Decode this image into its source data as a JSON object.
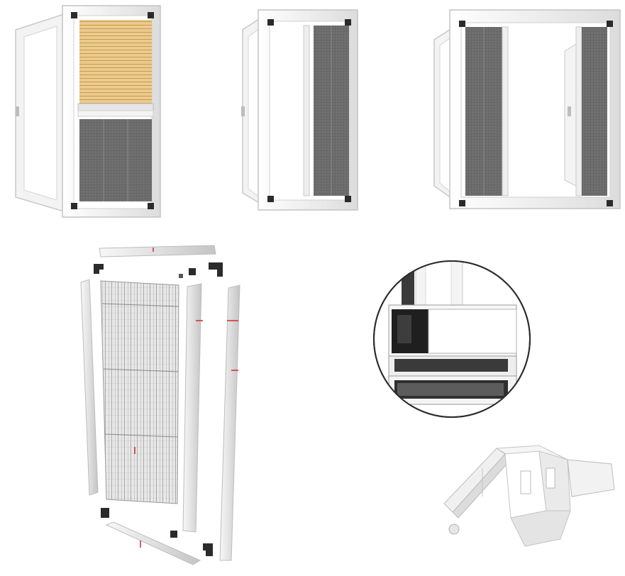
{
  "colors": {
    "frame": "#f2f2f2",
    "frame_edge": "#c9c9c9",
    "corner": "#2b2b2b",
    "mesh": "#6e6e6e",
    "mesh_dark": "#4a4a4a",
    "pleat": "#e9c98a",
    "pleat_line": "#c79a4f",
    "accent": "#d9282b"
  },
  "illustrations": [
    {
      "name": "window-pleated-blind-and-screen"
    },
    {
      "name": "window-single-side-screen"
    },
    {
      "name": "window-double-side-screens"
    },
    {
      "name": "exploded-screen-kit"
    },
    {
      "name": "profile-cross-section-detail"
    },
    {
      "name": "corner-joint-detail"
    }
  ]
}
